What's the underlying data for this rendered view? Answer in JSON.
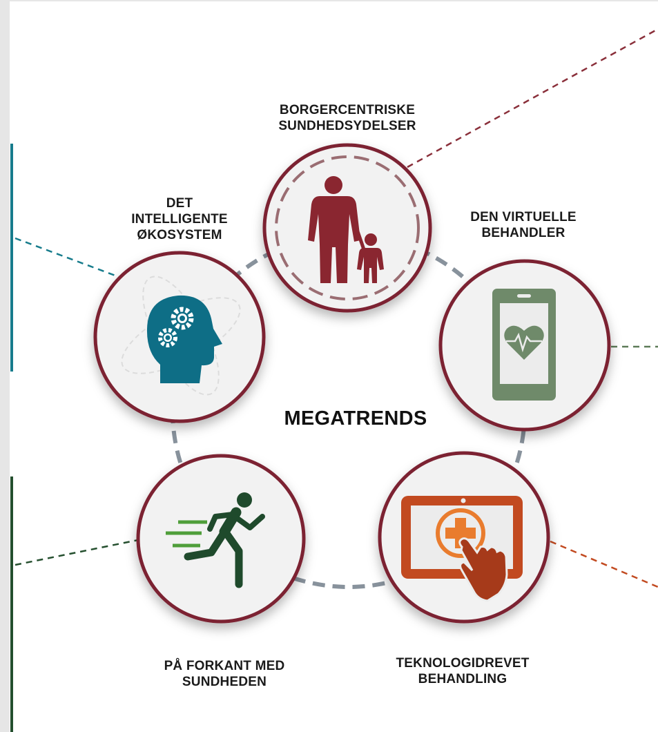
{
  "title": "MEGATRENDS",
  "colors": {
    "ring": "#7b2130",
    "circle_fill": "#f2f2f2",
    "people": "#8a2630",
    "head": "#0e6e86",
    "phone": "#6f8a6a",
    "runner": "#1f4a2c",
    "runner_streaks": "#4f9e3a",
    "tablet": "#c24a20",
    "connector": "#88929c",
    "side_bar_teal": "#177c8c",
    "side_bar_green": "#244f2e"
  },
  "nodes": [
    {
      "id": "borgercentriske",
      "lines": [
        "BORGERCENTRISKE",
        "SUNDHEDSYDELSER"
      ],
      "icon": "parent-child-icon"
    },
    {
      "id": "virtuelle",
      "lines": [
        "DEN VIRTUELLE",
        "BEHANDLER"
      ],
      "icon": "phone-heart-icon"
    },
    {
      "id": "teknologi",
      "lines": [
        "TEKNOLOGIDREVET",
        "BEHANDLING"
      ],
      "icon": "tablet-touch-icon"
    },
    {
      "id": "forkant",
      "lines": [
        "PÅ FORKANT MED",
        "SUNDHEDEN"
      ],
      "icon": "runner-icon"
    },
    {
      "id": "oekosystem",
      "lines": [
        "DET",
        "INTELLIGENTE",
        "ØKOSYSTEM"
      ],
      "icon": "head-gears-icon"
    }
  ]
}
